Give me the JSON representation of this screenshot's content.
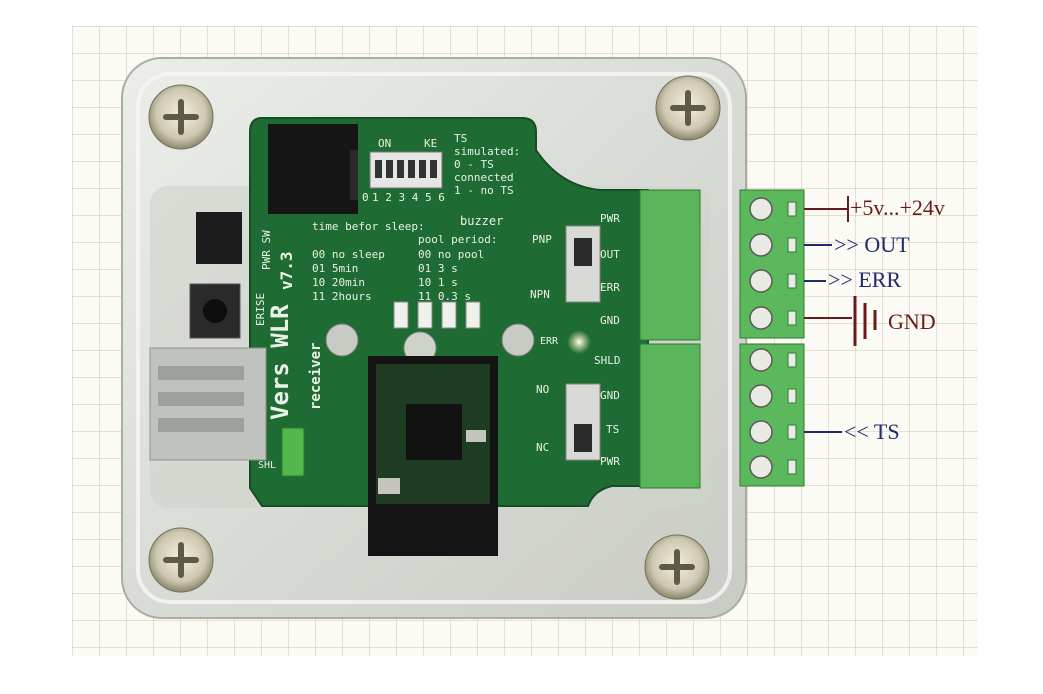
{
  "photo": {
    "board_version": "v7.3",
    "board_name": "Vers WLR",
    "receiver_label": "receiver",
    "erise_label": "ERISE",
    "pwr_sw_label": "PWR SW",
    "shl_label": "SHL",
    "dip": {
      "on_label": "ON",
      "ke_label": "KE",
      "numbers": "1 2 3 4 5 6",
      "zero_label": "0",
      "buzzer_label": "buzzer"
    },
    "ts_note": [
      "TS",
      "simulated:",
      "0 - TS",
      "connected",
      "1 - no TS"
    ],
    "sleep_table": {
      "header": "time befor sleep:",
      "rows": [
        "00 no sleep",
        "01 5min",
        "10 20min",
        "11 2hours"
      ]
    },
    "pool_table": {
      "header": "pool period:",
      "rows": [
        "00 no pool",
        "01 3 s",
        "10 1 s",
        "11 0.3 s"
      ]
    },
    "switch_labels": [
      "PNP",
      "NPN",
      "NO",
      "NC"
    ],
    "terminal_pcb_labels": [
      "PWR",
      "OUT",
      "ERR",
      "GND",
      "SHLD",
      "GND",
      "TS",
      "PWR"
    ],
    "err_led_label": "ERR"
  },
  "annotations": {
    "power": "+5v...+24v",
    "out": ">> OUT",
    "err": ">> ERR",
    "gnd": "GND",
    "ts": "<< TS"
  },
  "colors": {
    "pcb": "#1f6b34",
    "terminal": "#5cb85c",
    "navy_line": "#1e2a6b",
    "maroon_line": "#6b1a1a"
  }
}
